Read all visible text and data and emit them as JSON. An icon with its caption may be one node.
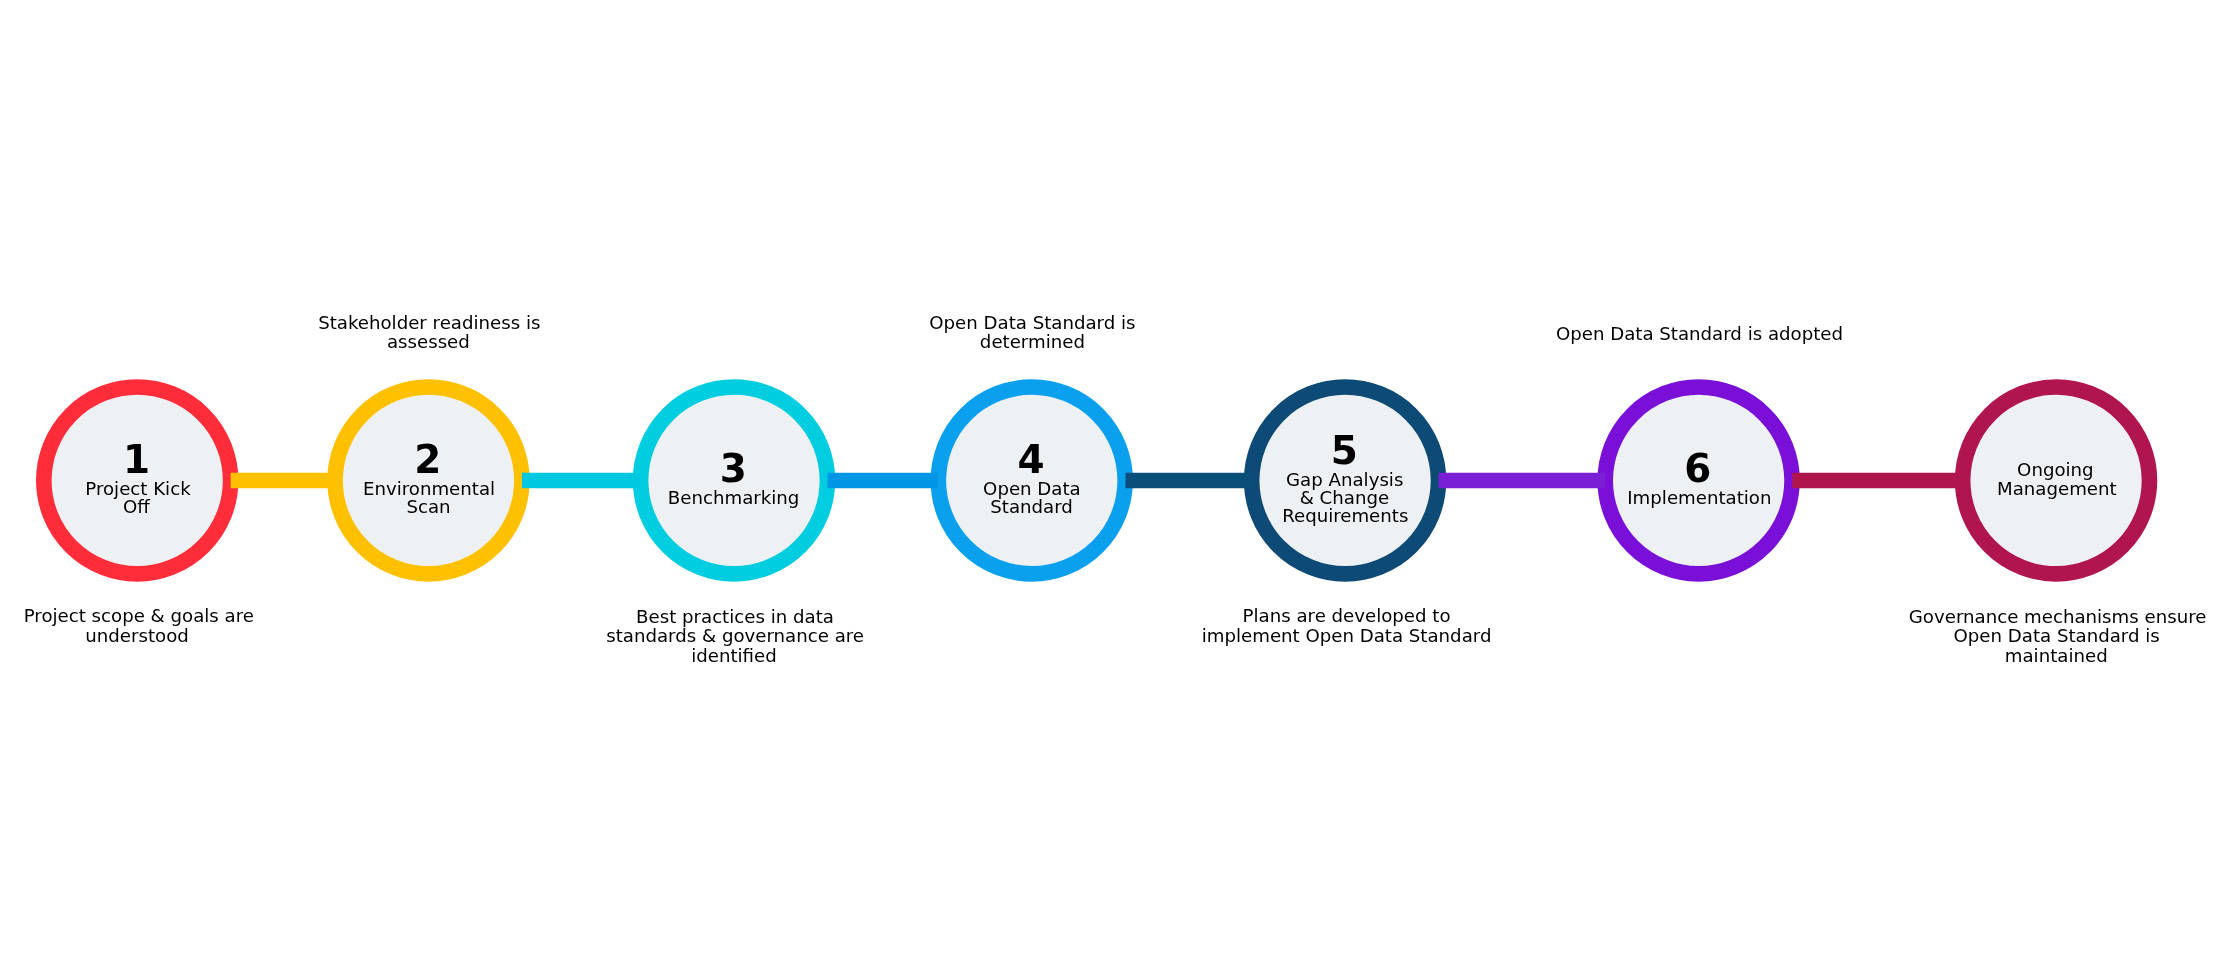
{
  "diagram": {
    "nodes": [
      {
        "text": [
          "1",
          "Project Kick Off"
        ],
        "beside": [
          "Project scope & goals are understood"
        ]
      },
      {
        "text": [
          "2",
          "Environmental Scan"
        ],
        "beside": [
          "Stakeholder readiness is assessed"
        ]
      },
      {
        "text": [
          "3",
          "Benchmarking"
        ],
        "beside": [
          "Best practices in data standards & governance are identified"
        ]
      },
      {
        "text": [
          "4",
          "Open Data Standard"
        ],
        "beside": [
          "Open Data Standard is determined"
        ]
      },
      {
        "text": [
          "5",
          "Gap Analysis & Change Requirements"
        ],
        "beside": [
          "Plans are developed to implement Open Data Standard"
        ]
      },
      {
        "text": [
          "6",
          "Implementation"
        ],
        "beside": [
          "Open Data Standard is adopted"
        ]
      },
      {
        "text": [
          "Ongoing Management"
        ],
        "beside": [
          "Governance mechanisms ensure Open Data Standard is maintained"
        ]
      }
    ],
    "edges": [
      {
        "from": 0,
        "to": 1,
        "arrow": "none",
        "color": "#ffc000"
      },
      {
        "from": 1,
        "to": 2,
        "arrow": "none",
        "color": "#00c8e0"
      },
      {
        "from": 2,
        "to": 3,
        "arrow": "none",
        "color": "#0096e6"
      },
      {
        "from": 3,
        "to": 4,
        "arrow": "none",
        "color": "#0a4f7a"
      },
      {
        "from": 4,
        "to": 5,
        "arrow": "none",
        "color": "#7a1fd6"
      },
      {
        "from": 5,
        "to": 6,
        "arrow": "none",
        "color": "#b0164e"
      }
    ]
  }
}
